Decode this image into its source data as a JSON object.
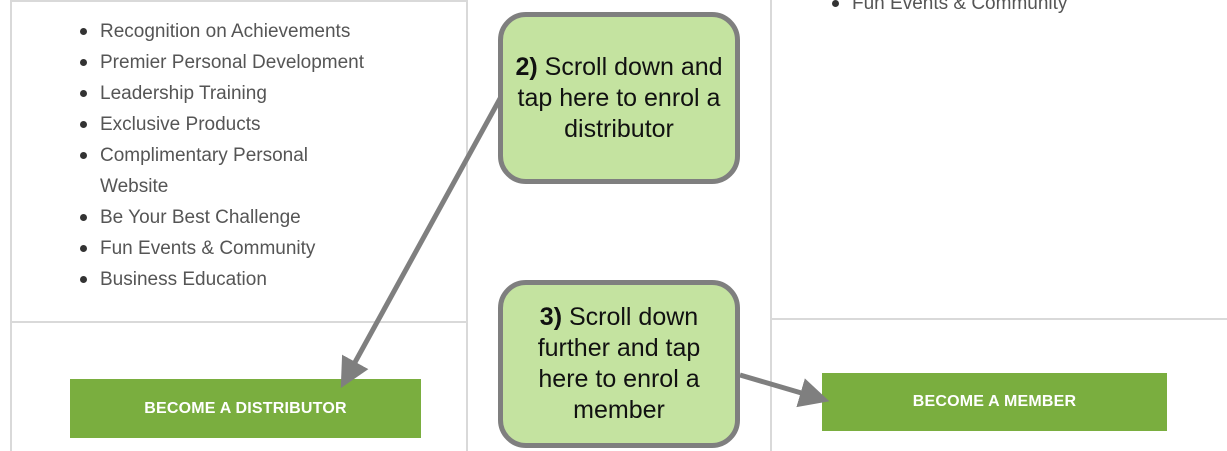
{
  "left_panel": {
    "benefits": [
      "Recognition on Achievements",
      "Premier Personal Development",
      "Leadership Training",
      "Exclusive Products",
      "Complimentary Personal Website",
      "Be Your Best Challenge",
      "Fun Events & Community",
      "Business Education"
    ],
    "button_label": "BECOME A DISTRIBUTOR"
  },
  "right_panel": {
    "benefits": [
      "Fun Events & Community"
    ],
    "button_label": "BECOME A MEMBER"
  },
  "callouts": {
    "step2": {
      "number": "2)",
      "text": " Scroll down and tap here to enrol a distributor"
    },
    "step3": {
      "number": "3)",
      "text": " Scroll down further and tap here to enrol a member"
    }
  },
  "colors": {
    "button_green": "#7aae3f",
    "callout_fill": "#c4e3a0",
    "callout_border": "#7f7f7f",
    "arrow": "#7f7f7f"
  }
}
